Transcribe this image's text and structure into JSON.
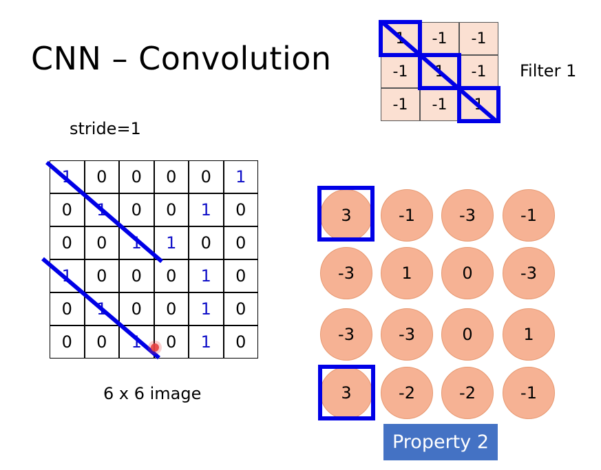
{
  "title": "CNN – Convolution",
  "stride_label": "stride=1",
  "image_caption": "6 x 6 image",
  "filter_caption": "Filter 1",
  "filter": [
    [
      "1",
      "-1",
      "-1"
    ],
    [
      "-1",
      "1",
      "-1"
    ],
    [
      "-1",
      "-1",
      "1"
    ]
  ],
  "image": [
    [
      "1",
      "0",
      "0",
      "0",
      "0",
      "1"
    ],
    [
      "0",
      "1",
      "0",
      "0",
      "1",
      "0"
    ],
    [
      "0",
      "0",
      "1",
      "1",
      "0",
      "0"
    ],
    [
      "1",
      "0",
      "0",
      "0",
      "1",
      "0"
    ],
    [
      "0",
      "1",
      "0",
      "0",
      "1",
      "0"
    ],
    [
      "0",
      "0",
      "1",
      "0",
      "1",
      "0"
    ]
  ],
  "feature_map": [
    [
      "3",
      "-1",
      "-3",
      "-1"
    ],
    [
      "-3",
      "1",
      "0",
      "-3"
    ],
    [
      "-3",
      "-3",
      "0",
      "1"
    ],
    [
      "3",
      "-2",
      "-2",
      "-1"
    ]
  ],
  "property_label": "Property 2",
  "colors": {
    "highlight": "#0000e6",
    "filter_cell": "#fbe0d2",
    "circle": "#f6b294",
    "one_digit": "#1010c8",
    "property_box": "#4472c4"
  }
}
